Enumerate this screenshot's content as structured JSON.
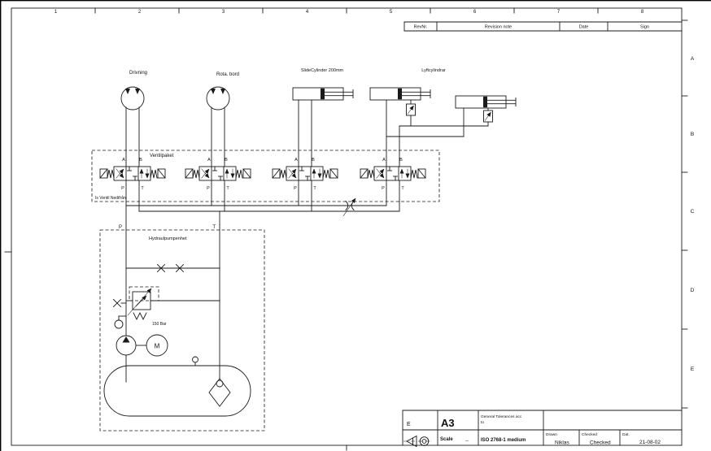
{
  "sheet": {
    "column_labels": [
      "1",
      "2",
      "3",
      "4",
      "5",
      "6",
      "7",
      "8"
    ],
    "row_labels": [
      "A",
      "B",
      "C",
      "D",
      "E"
    ],
    "line_color": "#1a1a1a",
    "background": "#ffffff"
  },
  "revision_table": {
    "rev_nr_label": "RevNr.",
    "note_label": "Revision note",
    "date_label": "Date",
    "sign_label": "Sign"
  },
  "schematic": {
    "actuator_labels": {
      "drivning": "Drivning",
      "rota_bord": "Rota. bord",
      "slide_cylinder": "SlideCylinder 200mm",
      "lyftcylindrar": "Lyftcylindrar"
    },
    "valve_ports": {
      "a": "A",
      "b": "B",
      "p": "P",
      "t": "T"
    },
    "valve_block_title": "Ventilpaket",
    "valve_block_note": "Is Ventil Nedifrån",
    "supply_labels": {
      "p": "P",
      "t": "T"
    },
    "pump_unit_title": "Hydraulpumpenhet",
    "relief_pressure": "150 Bar",
    "motor_letter": "M"
  },
  "title_block": {
    "zone": "E",
    "sheet_format": "A3",
    "scale_label": "Scale",
    "scale_value": "--",
    "tolerance_label_line1": "General Tolerances acc",
    "tolerance_label_line2": "to",
    "tolerance_standard": "ISO 2768-1 medium",
    "drawn_label": "Drawn",
    "drawn_value": "Niklas",
    "checked_label": "Checked",
    "checked_value": "Checked",
    "date_label": "Dat.",
    "date_value": "21-08-02"
  }
}
